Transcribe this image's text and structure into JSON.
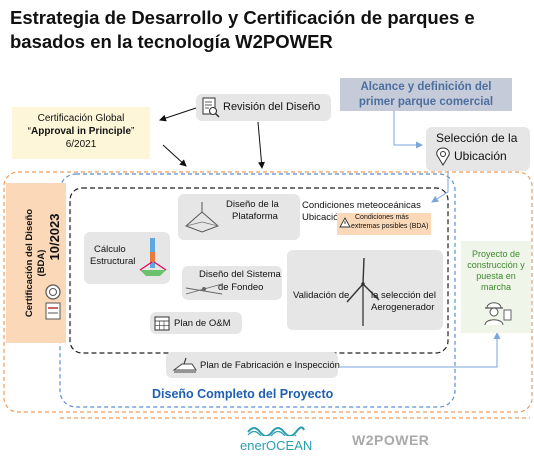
{
  "title": {
    "line1": "Estrategia de Desarrollo y Certificación de parques e",
    "line2": "basados en la tecnología W2POWER"
  },
  "nodes": {
    "global_cert": {
      "line1": "Certificación Global",
      "line2_q1": "“",
      "line2_bold": "Approval in Principle",
      "line2_q2": "”",
      "line3": "6/2021"
    },
    "revision": {
      "label": "Revisión del Diseño"
    },
    "alcance": {
      "line1": "Alcance y definición del",
      "line2": "primer parque comercial"
    },
    "seleccion": {
      "line1": "Selección de la",
      "line2": "Ubicación"
    },
    "cert_diseno": {
      "line1": "Certificación del Diseño",
      "line2": "(BDA)",
      "date": "10/2023"
    },
    "diseno_plataforma": {
      "line1": "Diseño de la",
      "line2": "Plataforma"
    },
    "condiciones": {
      "line1": "Condiciones meteoceánicas",
      "line2": "Ubicación",
      "note_line1": "Condiciones más",
      "note_line2": "extremas posibles (BDA)"
    },
    "calculo": {
      "line1": "Cálculo",
      "line2": "Estructural"
    },
    "sistema_fondeo": {
      "line1": "Diseño del Sistema",
      "line2": "de Fondeo"
    },
    "validacion": {
      "left": "Validación de",
      "right_line1": "la selección del",
      "right_line2": "Aerogenerador"
    },
    "om": {
      "label": "Plan de O&M"
    },
    "proyecto": {
      "line1": "Proyecto de",
      "line2": "construcción y",
      "line3": "puesta en",
      "line4": "marcha"
    },
    "fabricacion": {
      "label": "Plan de Fabricación e Inspección"
    },
    "completo": {
      "label": "Diseño Completo del Proyecto"
    }
  },
  "logos": {
    "enerocean": "enerOCEAN",
    "w2power": "W2POWER"
  },
  "colors": {
    "gray_box": "#e6e6e6",
    "cream": "#fdf6d8",
    "peach": "#fbd9b8",
    "alcance_bg": "#c5cbd8",
    "alcance_text": "#4d6fa0",
    "blue_text": "#1f5fb3",
    "green_text": "#3d8a2e",
    "green_bg": "#f0f5ea",
    "orange_dash": "#ef9c5a",
    "blue_dash": "#5b8fd6",
    "arrow_blue": "#7aa6dd",
    "teal_logo": "#2a9fb0"
  }
}
